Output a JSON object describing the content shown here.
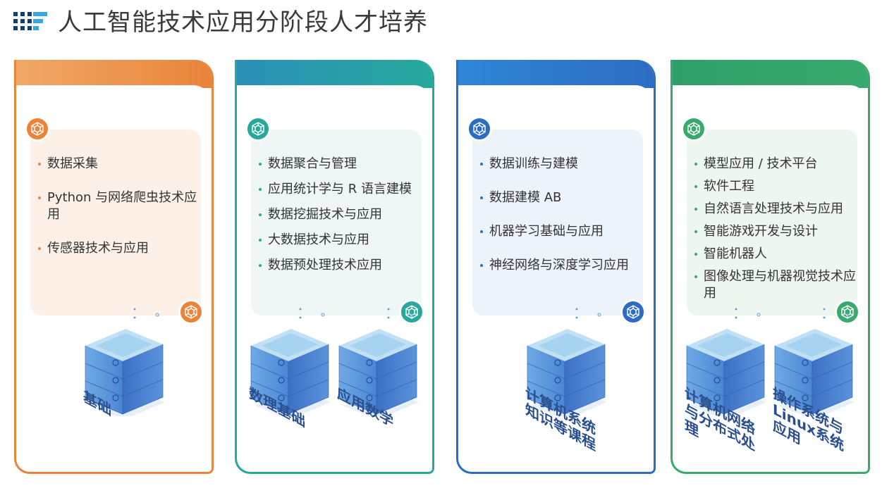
{
  "title": "人工智能技术应用分阶段人才培养",
  "colors": {
    "orange": "#ec8a3f",
    "teal": "#2aa9a0",
    "blue": "#2e6fc4",
    "green": "#3fae74",
    "label": "#2a4f8f"
  },
  "cards": [
    {
      "items": [
        "数据采集",
        "Python 与网络爬虫技术应用",
        "传感器技术与应用"
      ],
      "servers": [
        "基础"
      ]
    },
    {
      "items": [
        "数据聚合与管理",
        "应用统计学与 R 语言建模",
        "数据挖掘技术与应用",
        "大数据技术与应用",
        "数据预处理技术应用"
      ],
      "servers": [
        "数理基础",
        "应用数学"
      ]
    },
    {
      "items": [
        "数据训练与建模",
        "数据建模 AB",
        "机器学习基础与应用",
        "神经网络与深度学习应用"
      ],
      "servers": [
        "计算机系统知识等课程"
      ]
    },
    {
      "items": [
        "模型应用 / 技术平台",
        "软件工程",
        "自然语言处理技术与应用",
        "智能游戏开发与设计",
        "智能机器人",
        "图像处理与机器视觉技术应用"
      ],
      "servers": [
        "计算机网络与分布式处理",
        "操作系统与Linux系统应用"
      ]
    }
  ]
}
